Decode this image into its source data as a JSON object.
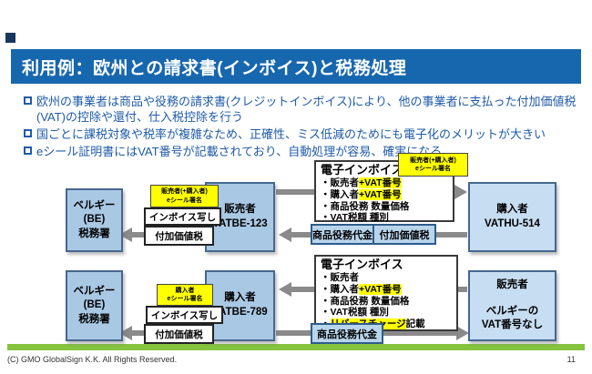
{
  "title": "利用例：欧州との請求書(インボイス)と税務処理",
  "bullets": [
    "欧州の事業者は商品や役務の請求書(クレジットインボイス)により、他の事業者に支払った付加価値税(VAT)の控除や還付、仕入税控除を行う",
    "国ごとに課税対象や税率が複雑なため、正確性、ミス低減のためにも電子化のメリットが大きい",
    "eシール証明書にはVAT番号が記載されており、自動処理が容易、確実になる"
  ],
  "diagram": {
    "top": {
      "tax_office": {
        "l1": "ベルギー",
        "l2": "(BE)",
        "l3": "税務署"
      },
      "seller": {
        "l1": "販売者",
        "l2": "VATBE-123"
      },
      "buyer": {
        "l1": "購入者",
        "l2": "VATHU-514"
      },
      "eseal_copy_label": {
        "l1": "販売者(+購入者)",
        "l2": "eシール署名"
      },
      "eseal_invoice_label": {
        "l1": "販売者(+購入者)",
        "l2": "eシール署名"
      },
      "invoice_copy": "インボイス写し",
      "vat": "付加価値税",
      "pay_goods": "商品役務代金",
      "pay_vat": "付加価値税",
      "einvoice": {
        "title": "電子インボイス",
        "items": [
          {
            "pre": "・販売者",
            "hl": "+VAT番号",
            "post": ""
          },
          {
            "pre": "・購入者",
            "hl": "+VAT番号",
            "post": ""
          },
          {
            "pre": "・商品役務 数量価格",
            "hl": "",
            "post": ""
          },
          {
            "pre": "・VAT税額 種別",
            "hl": "",
            "post": ""
          }
        ]
      }
    },
    "bottom": {
      "tax_office": {
        "l1": "ベルギー",
        "l2": "(BE)",
        "l3": "税務署"
      },
      "buyer": {
        "l1": "購入者",
        "l2": "VATBE-789"
      },
      "seller": {
        "l1": "販売者",
        "l2": "ベルギーの",
        "l3": "VAT番号なし"
      },
      "eseal_copy_label": {
        "l1": "購入者",
        "l2": "eシール署名"
      },
      "invoice_copy": "インボイス写し",
      "vat": "付加価値税",
      "pay_goods": "商品役務代金",
      "einvoice": {
        "title": "電子インボイス",
        "items": [
          {
            "pre": "・販売者",
            "hl": "",
            "post": ""
          },
          {
            "pre": "・購入者",
            "hl": "+VAT番号",
            "post": ""
          },
          {
            "pre": "・商品役務 数量価格",
            "hl": "",
            "post": ""
          },
          {
            "pre": "・VAT税額 種別",
            "hl": "",
            "post": ""
          },
          {
            "pre": "・",
            "hl": "リバースチャージ",
            "post": "記載"
          }
        ]
      }
    }
  },
  "footer": {
    "copyright": "(C) GMO GlobalSign K.K. All Rights Reserved.",
    "page": "11"
  },
  "colors": {
    "title_bar": "#1767AF",
    "bullet_text": "#1F5BA8",
    "box_fill": "#A9C8E4",
    "box_fill_light": "#C7DDF2",
    "chip_fill": "#B9D5EC",
    "highlight": "#FFFF00",
    "arrow": "#8A8A8A",
    "footer_bar": "#86C440",
    "accent_square": "#17375E"
  }
}
